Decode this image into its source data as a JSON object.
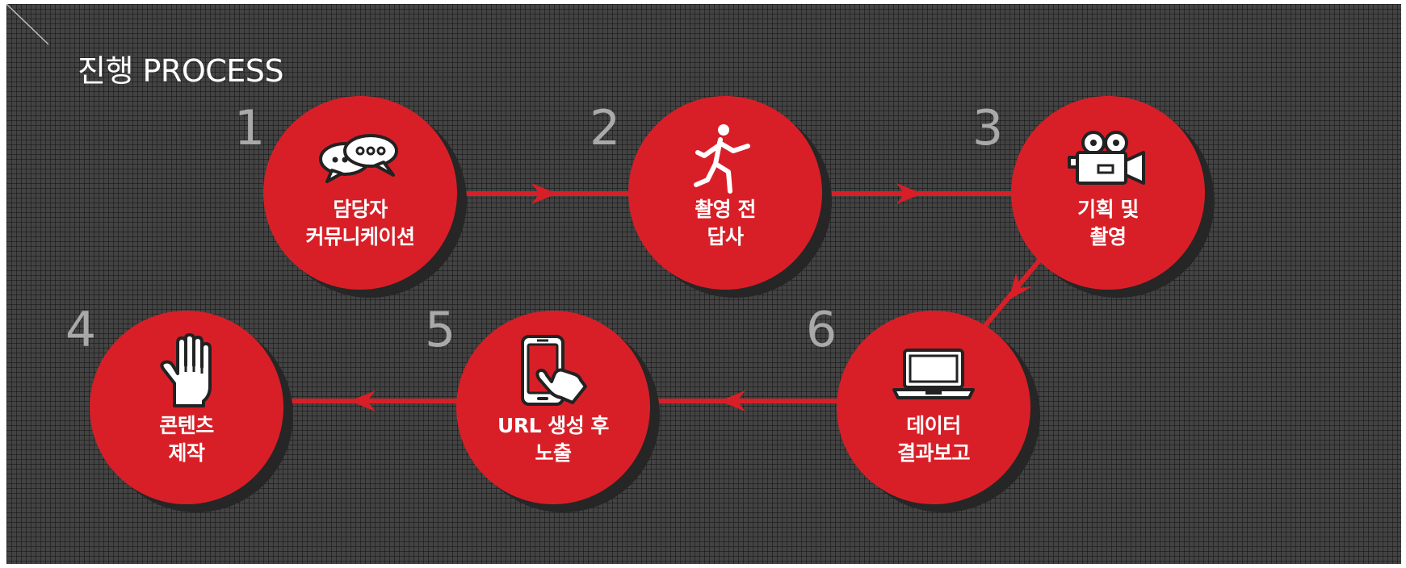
{
  "title": "진행 PROCESS",
  "colors": {
    "background": "#434343",
    "circle": "#d81f27",
    "shadow": "#262626",
    "connector": "#d81f27",
    "number": "#a9a9a9",
    "text": "#ffffff"
  },
  "steps": [
    {
      "number": "1",
      "line1": "담당자",
      "line2": "커뮤니케이션",
      "icon": "speech-bubbles-icon"
    },
    {
      "number": "2",
      "line1": "촬영 전",
      "line2": "답사",
      "icon": "running-person-icon"
    },
    {
      "number": "3",
      "line1": "기획 및",
      "line2": "촬영",
      "icon": "video-camera-icon"
    },
    {
      "number": "4",
      "line1": "콘텐츠",
      "line2": "제작",
      "icon": "hand-icon"
    },
    {
      "number": "5",
      "line1": "URL 생성 후",
      "line2": "노출",
      "icon": "smartphone-touch-icon"
    },
    {
      "number": "6",
      "line1": "데이터",
      "line2": "결과보고",
      "icon": "laptop-icon"
    }
  ]
}
